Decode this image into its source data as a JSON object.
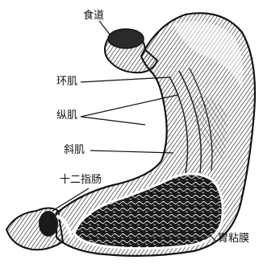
{
  "labels": {
    "esophagus": "食道",
    "circular_muscle": "环肌",
    "longitudinal_muscle": "纵肌",
    "oblique_muscle": "斜肌",
    "duodenum": "十二指肠",
    "gastric_mucosa": "胃粘膜"
  },
  "colors": {
    "ink": "#111111",
    "mid": "#555555",
    "background": "#ffffff"
  }
}
